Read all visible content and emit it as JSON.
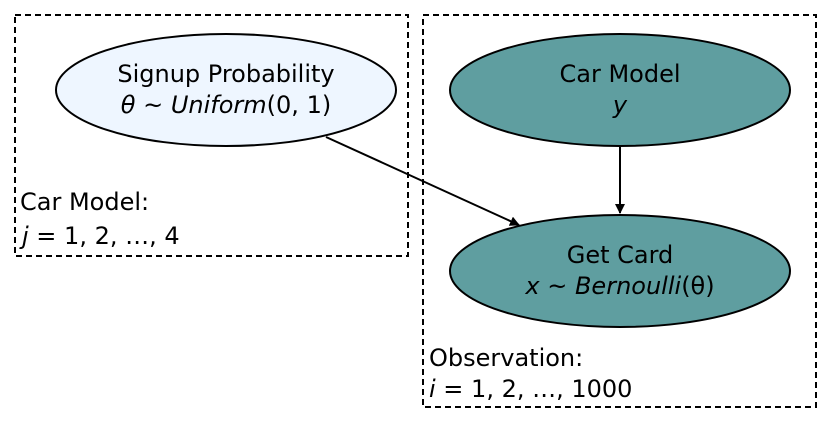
{
  "plates": [
    {
      "id": "car-model-plate",
      "label_title": "Car Model:",
      "label_index": "j",
      "label_range": "1, 2, …, 4"
    },
    {
      "id": "observation-plate",
      "label_title": "Observation:",
      "label_index": "i",
      "label_range": "1, 2, …, 1000"
    }
  ],
  "nodes": [
    {
      "id": "signup-probability",
      "title": "Signup Probability",
      "var": "θ",
      "tilde": " ~ ",
      "dist": "Uniform",
      "args": "(0, 1)",
      "fill": "#eef6ff",
      "observed": false
    },
    {
      "id": "car-model",
      "title": "Car Model",
      "var": "y",
      "fill": "#5f9ea0",
      "observed": true
    },
    {
      "id": "get-card",
      "title": "Get Card",
      "var": "x",
      "tilde": " ~ ",
      "dist": "Bernoulli",
      "args": "(θ)",
      "fill": "#5f9ea0",
      "observed": true
    }
  ],
  "edges": [
    {
      "from": "signup-probability",
      "to": "get-card"
    },
    {
      "from": "car-model",
      "to": "get-card"
    }
  ]
}
